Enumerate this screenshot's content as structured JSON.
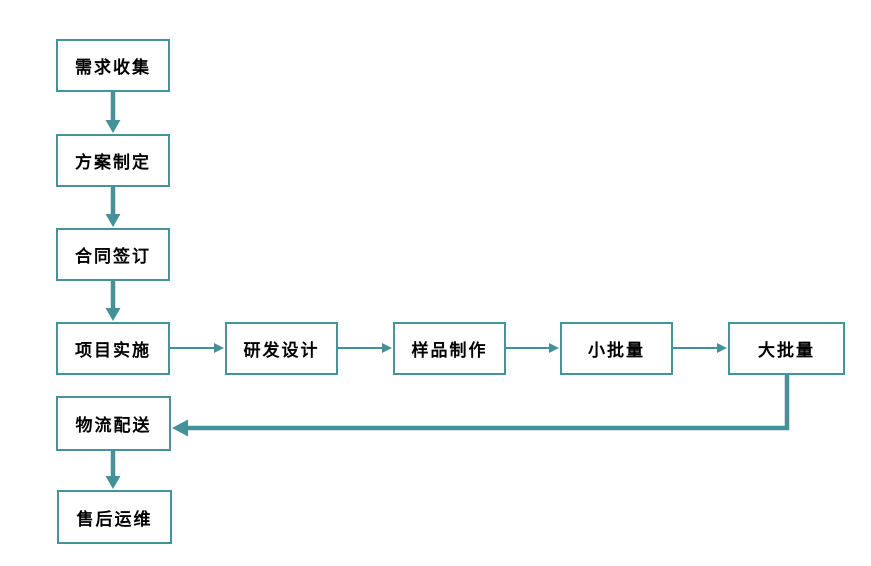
{
  "diagram": {
    "type": "flowchart",
    "colors": {
      "box_border": "#43939b",
      "arrow": "#45919a",
      "text": "#000000",
      "background": "#ffffff"
    },
    "nodes": [
      {
        "id": "requirements",
        "label": "需求收集"
      },
      {
        "id": "plan",
        "label": "方案制定"
      },
      {
        "id": "contract",
        "label": "合同签订"
      },
      {
        "id": "implementation",
        "label": "项目实施"
      },
      {
        "id": "rnd",
        "label": "研发设计"
      },
      {
        "id": "sample",
        "label": "样品制作"
      },
      {
        "id": "small-batch",
        "label": "小批量"
      },
      {
        "id": "large-batch",
        "label": "大批量"
      },
      {
        "id": "logistics",
        "label": "物流配送"
      },
      {
        "id": "after-sales",
        "label": "售后运维"
      }
    ],
    "edges": [
      {
        "from": "requirements",
        "to": "plan",
        "style": "thick-down"
      },
      {
        "from": "plan",
        "to": "contract",
        "style": "thick-down"
      },
      {
        "from": "contract",
        "to": "implementation",
        "style": "thick-down"
      },
      {
        "from": "implementation",
        "to": "rnd",
        "style": "thin-right"
      },
      {
        "from": "rnd",
        "to": "sample",
        "style": "thin-right"
      },
      {
        "from": "sample",
        "to": "small-batch",
        "style": "thin-right"
      },
      {
        "from": "small-batch",
        "to": "large-batch",
        "style": "thin-right"
      },
      {
        "from": "large-batch",
        "to": "logistics",
        "style": "thick-elbow-down-left"
      },
      {
        "from": "logistics",
        "to": "after-sales",
        "style": "thick-down"
      }
    ]
  }
}
